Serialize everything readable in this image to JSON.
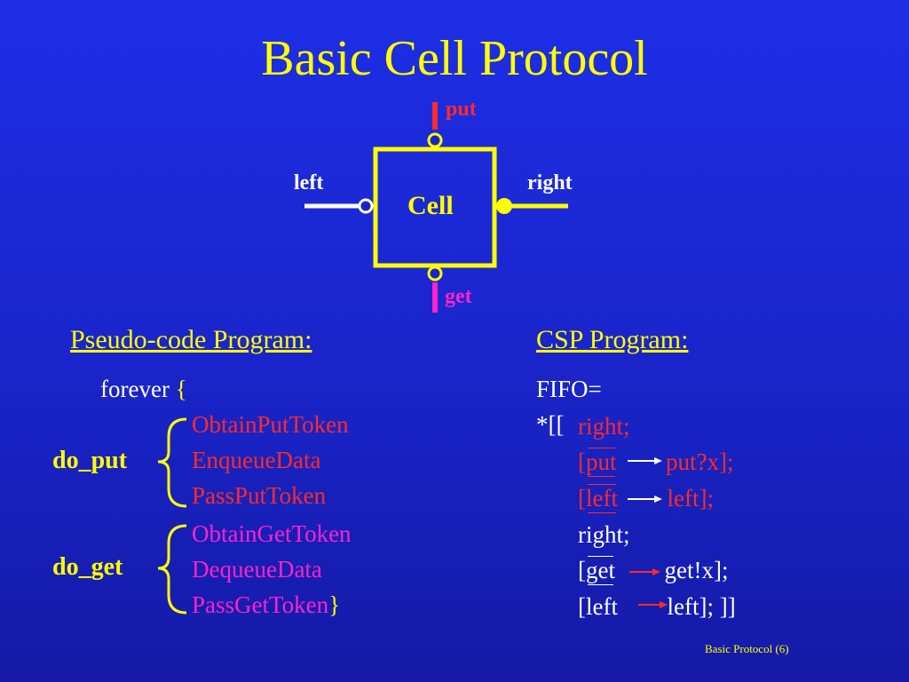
{
  "title": "Basic Cell Protocol",
  "diagram": {
    "cell_label": "Cell",
    "port_put": "put",
    "port_get": "get",
    "port_left": "left",
    "port_right": "right"
  },
  "pseudo": {
    "header": "Pseudo-code Program:",
    "forever": "forever",
    "open_brace": "{",
    "close_brace": "}",
    "do_put": "do_put",
    "do_get": "do_get",
    "put_steps": [
      "ObtainPutToken",
      "EnqueueData",
      "PassPutToken"
    ],
    "get_steps": [
      "ObtainGetToken",
      "DequeueData",
      "PassGetToken"
    ]
  },
  "csp": {
    "header": "CSP Program:",
    "fifo": "FIFO=",
    "star": "*[[",
    "line1": "right;",
    "line2_guard": "put",
    "line2_action": "put?x];",
    "line3_guard": "left",
    "line3_action": "left];",
    "line4": "right;",
    "line5_guard": "get",
    "line5_action": "get!x];",
    "line6_guard": "left",
    "line6_action": "left];",
    "line6_end": "]]",
    "open_bracket": "["
  },
  "footer": "Basic Protocol (6)",
  "colors": {
    "background": "#1a24c9",
    "title": "#ffff00",
    "red": "#ff2a2a",
    "magenta": "#ff22cc",
    "text": "#ffffff",
    "diagram": "#ffff00"
  }
}
